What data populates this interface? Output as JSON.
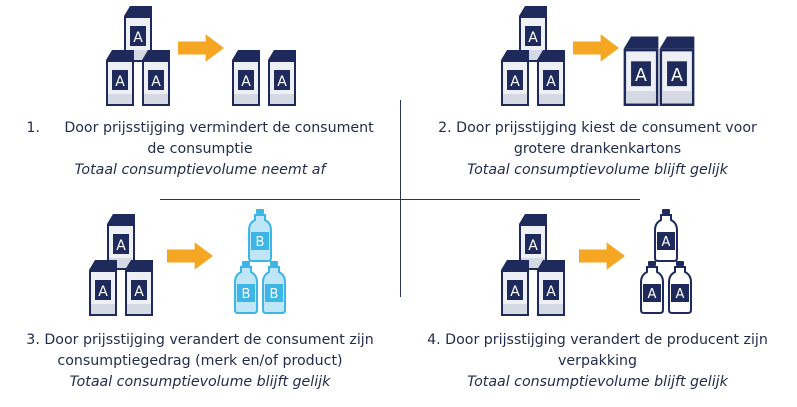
{
  "colors": {
    "navy": "#1f2a5c",
    "arrow": "#f5a623",
    "bottle_blue": "#3db5e6",
    "light_blue": "#bfe6f7",
    "carton_light": "#eaecf2",
    "divider": "#2b3350"
  },
  "icons": {
    "carton": "milk-carton-icon",
    "bottle": "bottle-icon",
    "arrow": "right-arrow-icon"
  },
  "labels": {
    "brand_a": "A",
    "brand_b": "B"
  },
  "panels": [
    {
      "number": "1.",
      "line1": "Door prijsstijging vermindert de consument",
      "line2": "de consumptie",
      "subtitle": "Totaal consumptievolume neemt af"
    },
    {
      "line1": "2. Door prijsstijging kiest de consument voor",
      "line2": "grotere drankenkartons",
      "subtitle": "Totaal consumptievolume blijft gelijk"
    },
    {
      "line1": "3. Door prijsstijging verandert de consument zijn",
      "line2": "consumptiegedrag (merk en/of product)",
      "subtitle": "Totaal consumptievolume blijft gelijk"
    },
    {
      "line1": "4. Door prijsstijging verandert de producent zijn",
      "line2": "verpakking",
      "subtitle": "Totaal consumptievolume blijft gelijk"
    }
  ]
}
